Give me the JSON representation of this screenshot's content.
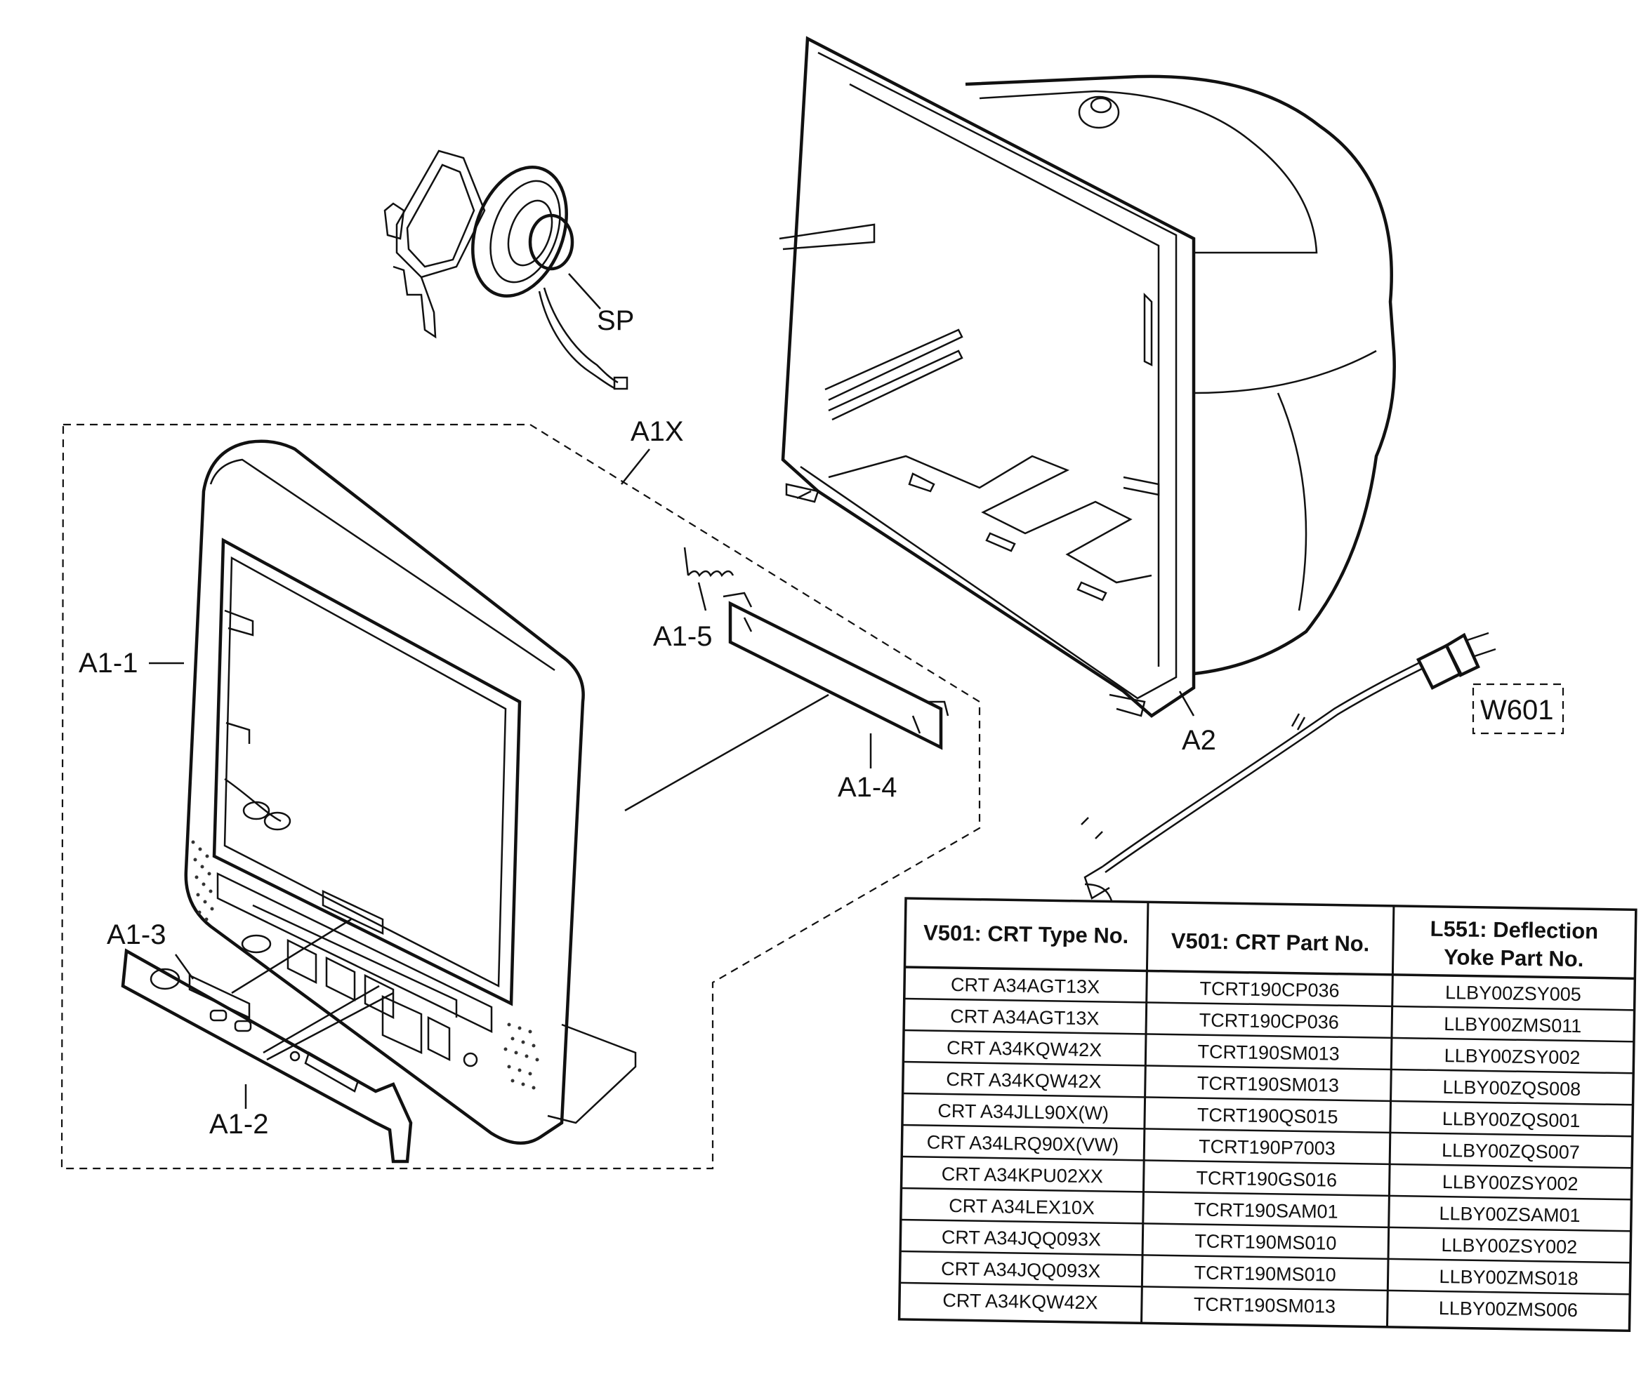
{
  "labels": {
    "sp": "SP",
    "a1x": "A1X",
    "a1_1": "A1-1",
    "a1_2": "A1-2",
    "a1_3": "A1-3",
    "a1_4": "A1-4",
    "a1_5": "A1-5",
    "a2": "A2",
    "w601": "W601"
  },
  "table": {
    "headers": [
      "V501: CRT Type No.",
      "V501: CRT Part No.",
      "L551: Deflection",
      "Yoke Part No."
    ],
    "rows": [
      [
        "CRT A34AGT13X",
        "TCRT190CP036",
        "LLBY00ZSY005"
      ],
      [
        "CRT A34AGT13X",
        "TCRT190CP036",
        "LLBY00ZMS011"
      ],
      [
        "CRT A34KQW42X",
        "TCRT190SM013",
        "LLBY00ZSY002"
      ],
      [
        "CRT A34KQW42X",
        "TCRT190SM013",
        "LLBY00ZQS008"
      ],
      [
        "CRT A34JLL90X(W)",
        "TCRT190QS015",
        "LLBY00ZQS001"
      ],
      [
        "CRT A34LRQ90X(VW)",
        "TCRT190P7003",
        "LLBY00ZQS007"
      ],
      [
        "CRT A34KPU02XX",
        "TCRT190GS016",
        "LLBY00ZSY002"
      ],
      [
        "CRT A34LEX10X",
        "TCRT190SAM01",
        "LLBY00ZSAM01"
      ],
      [
        "CRT A34JQQ093X",
        "TCRT190MS010",
        "LLBY00ZSY002"
      ],
      [
        "CRT A34JQQ093X",
        "TCRT190MS010",
        "LLBY00ZMS018"
      ],
      [
        "CRT A34KQW42X",
        "TCRT190SM013",
        "LLBY00ZMS006"
      ]
    ]
  }
}
